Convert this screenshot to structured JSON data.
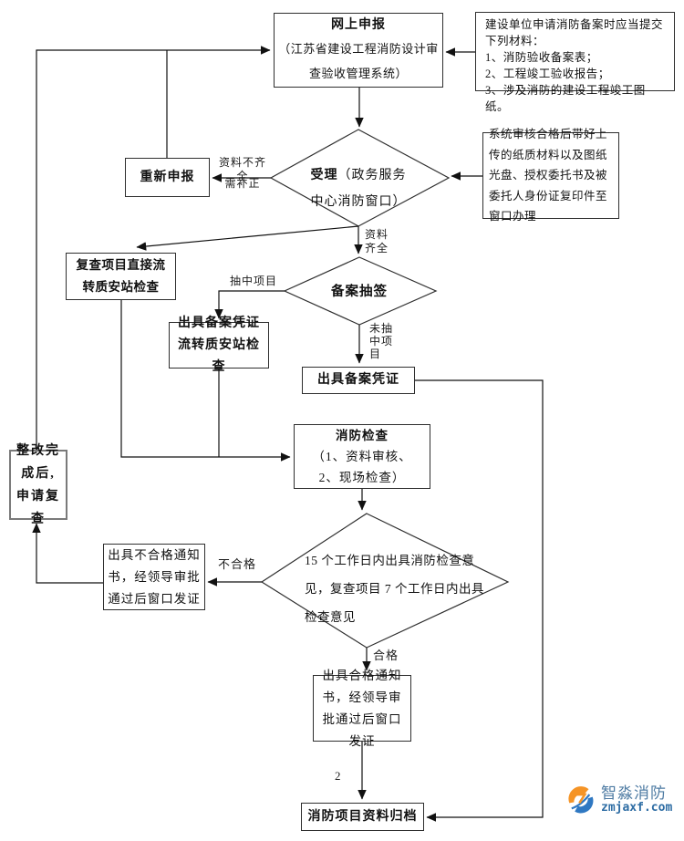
{
  "nodes": {
    "online": {
      "title": "网上申报",
      "subtitle": "（江苏省建设工程消防设计审查验收管理系统）"
    },
    "materials": {
      "intro": "建设单位申请消防备案时应当提交下列材料：",
      "item1": "1、消防验收备案表；",
      "item2": "2、工程竣工验收报告；",
      "item3": "3、涉及消防的建设工程竣工图纸。"
    },
    "accept": {
      "line1_bold": "受理",
      "line1_rest": "（政务服务",
      "line2": "中心消防窗口）"
    },
    "system_note": {
      "text": "系统审核合格后带好上传的纸质材料以及图纸光盘、授权委托书及被委托人身份证复印件至窗口办理"
    },
    "reapply": {
      "title": "重新申报"
    },
    "recheck": {
      "title": "复查项目直接流转质安站检查"
    },
    "lottery": {
      "title": "备案抽签"
    },
    "voucher_flow": {
      "title": "出具备案凭证流转质安站检查"
    },
    "voucher": {
      "title": "出具备案凭证"
    },
    "inspection": {
      "title": "消防检查",
      "line1": "（1、资料审核、",
      "line2": "2、现场检查）"
    },
    "opinion": {
      "text": "15 个工作日内出具消防检查意见，复查项目 7 个工作日内出具检查意见"
    },
    "fail": {
      "title": "出具不合格通知书，经领导审批通过后窗口发证"
    },
    "rectify": {
      "title": "整改完成后,申请复查"
    },
    "pass": {
      "title": "出具合格通知书，经领导审批通过后窗口发证"
    },
    "archive": {
      "title": "消防项目资料归档"
    }
  },
  "labels": {
    "incomplete1": "资料不齐全",
    "incomplete2": "需补正",
    "complete": "资料齐全",
    "selected": "抽中项目",
    "not_selected": "未抽中项目",
    "fail": "不合格",
    "pass": "合格",
    "page2": "2"
  },
  "logo": {
    "title": "智淼消防",
    "domain": "zmjaxf.com",
    "accent_orange": "#f59426",
    "accent_blue": "#2f78c2",
    "title_color": "#4e7ba3"
  }
}
